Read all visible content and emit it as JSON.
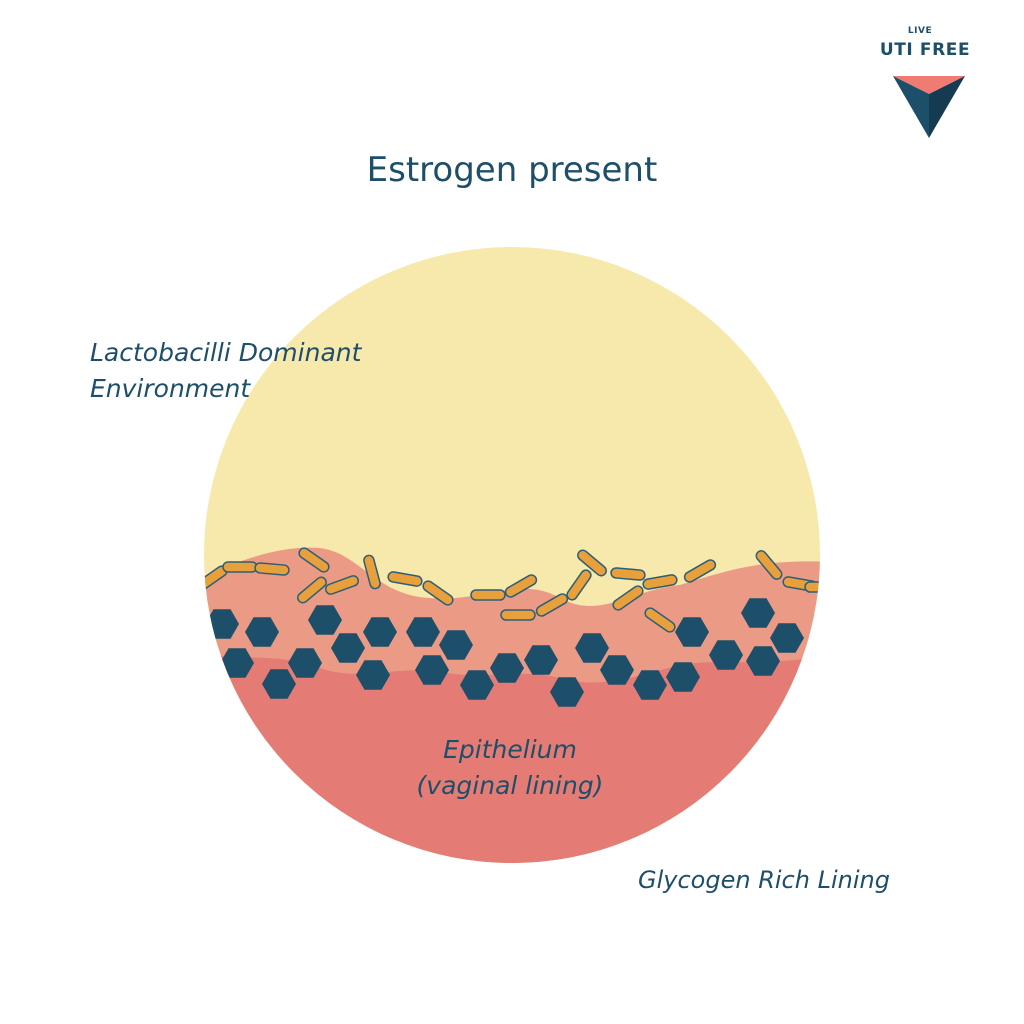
{
  "logo": {
    "small_text": "LIVE",
    "big_text": "UTI FREE",
    "icon": "triangle-logo-icon"
  },
  "title": "Estrogen present",
  "labels": {
    "lactobacilli": [
      "Lactobacilli Dominant",
      "Environment"
    ],
    "epithelium": [
      "Epithelium",
      "(vaginal lining)"
    ],
    "glycogen": "Glycogen Rich Lining"
  },
  "colors": {
    "text": "#1d4e6a",
    "environment": "#f7e8ac",
    "lining_upper": "#eb9b85",
    "lining_lower": "#e47c75",
    "glycogen": "#1d4e6a",
    "bacteria_fill": "#e8a03c",
    "bacteria_stroke": "#2c5e78",
    "logo_top": "#ef7b72",
    "logo_left": "#1d4e6a",
    "logo_right": "#153b52"
  },
  "icons": {
    "glycogen": "hexagon-icon",
    "bacteria": "rod-bacteria-icon"
  }
}
